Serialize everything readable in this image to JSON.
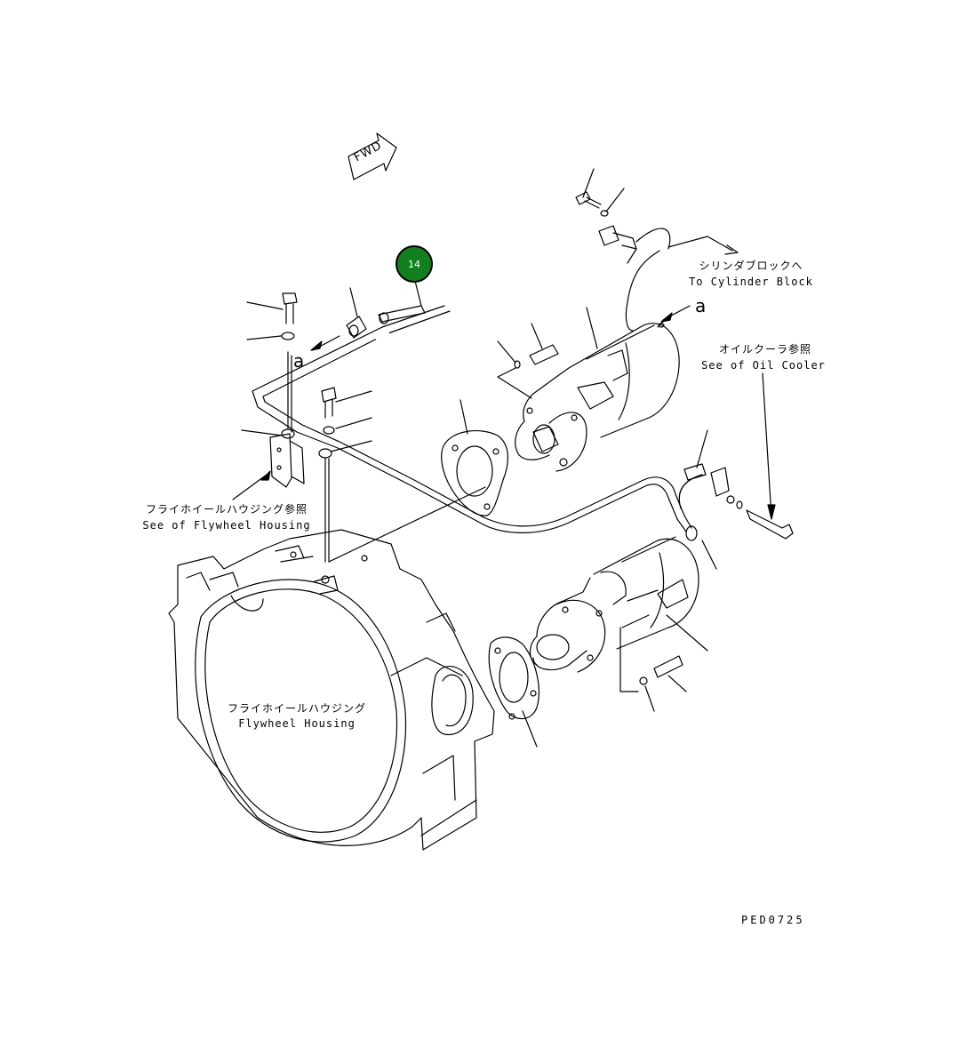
{
  "fwd_label": "FWD",
  "callout": {
    "number": "14",
    "color": "#12801e"
  },
  "view_mark": "a",
  "labels": {
    "to_cylinder_block_jp": "シリンダブロックへ",
    "to_cylinder_block_en": "To Cylinder Block",
    "oil_cooler_jp": "オイルクーラ参照",
    "oil_cooler_en": "See of Oil Cooler",
    "see_flywheel_housing_jp": "フライホイールハウジング参照",
    "see_flywheel_housing_en": "See of Flywheel Housing",
    "flywheel_housing_jp": "フライホイールハウジング",
    "flywheel_housing_en": "Flywheel Housing"
  },
  "drawing_code": "PED0725"
}
